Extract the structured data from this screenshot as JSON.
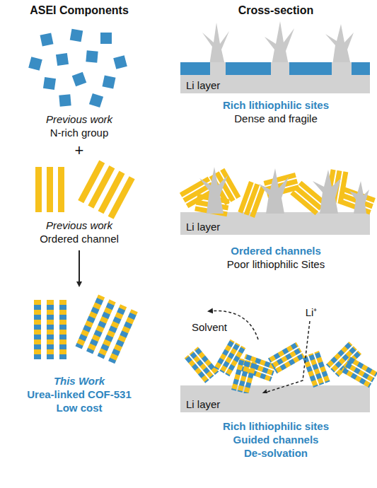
{
  "diagram": {
    "nodes": [
      {
        "text": [
          "Li layer"
        ]
      },
      {
        "text": [
          "Li layer"
        ]
      },
      {
        "text": [
          "Li layer"
        ]
      }
    ],
    "labels": [
      "ASEI Components",
      "Cross-section",
      "Previous work",
      "N-rich group",
      "+",
      "Previous work",
      "Ordered channel",
      "This Work",
      "Urea-linked COF-531",
      "Low cost",
      "Rich lithiophilic sites",
      "Dense and fragile",
      "Ordered channels",
      "Poor lithiophilic Sites",
      "Solvent",
      "Li⁺",
      "Rich lithiophilic sites",
      "Guided channels",
      "De-solvation"
    ]
  }
}
